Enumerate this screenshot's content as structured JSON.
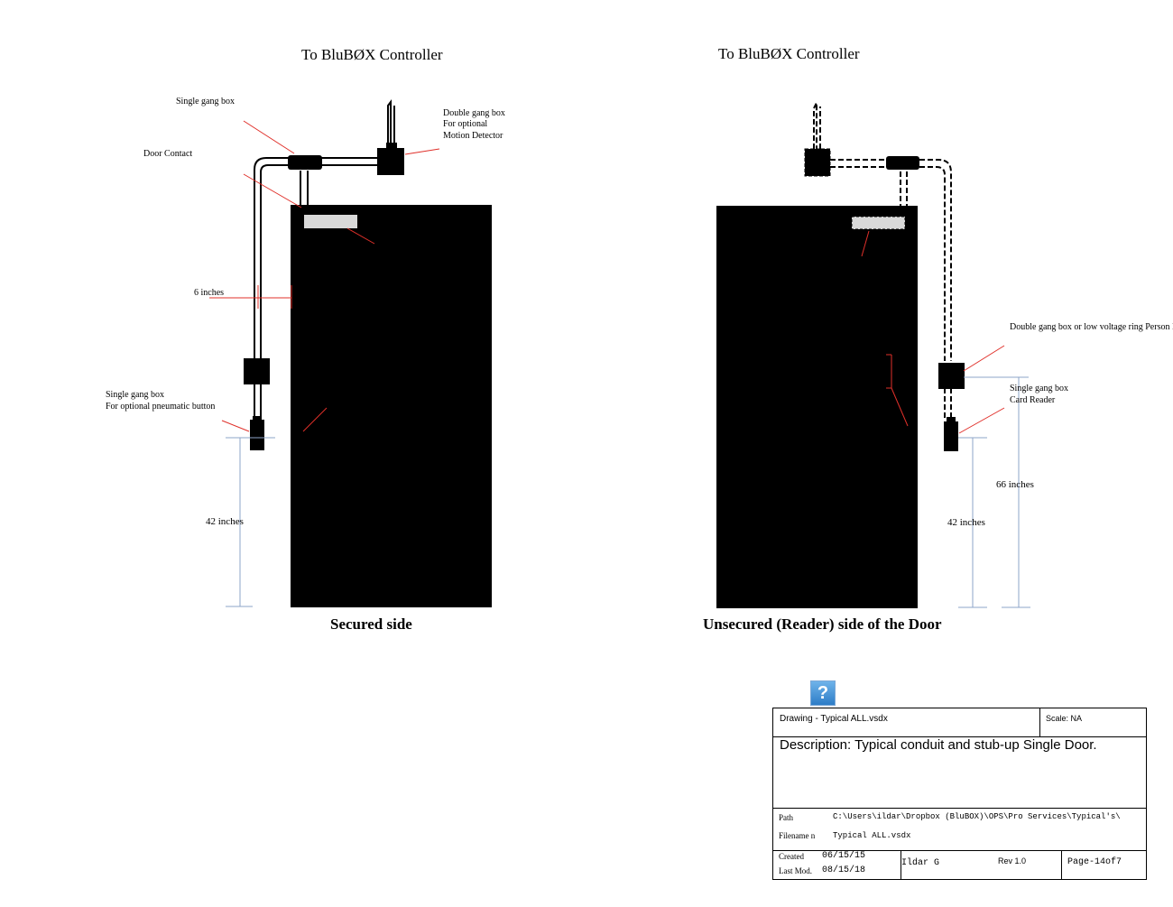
{
  "headings": {
    "left_controller": "To BluBØX Controller",
    "right_controller": "To BluBØX Controller",
    "left_caption": "Secured side",
    "right_caption": "Unsecured (Reader) side of the Door"
  },
  "labels": {
    "single_gang_box": "Single gang box",
    "door_contact": "Door Contact",
    "double_gang_line1": "Double gang box",
    "double_gang_line2": "For optional",
    "double_gang_line3": "Motion Detector",
    "six_inches": "6 inches",
    "pneumatic_line1": "Single gang box",
    "pneumatic_line2": "For optional pneumatic button",
    "left_42": "42 inches",
    "right_double_gang": "Double gang box or low voltage ring Person E",
    "card_reader_line1": "Single gang box",
    "card_reader_line2": "Card Reader",
    "sixty_six": "66 inches",
    "right_42": "42 inches"
  },
  "help_icon": {
    "glyph": "?",
    "icon": "help-icon"
  },
  "title_block": {
    "drawing": "Drawing - Typical ALL.vsdx",
    "scale": "Scale: NA",
    "description": "Description: Typical conduit and stub-up Single Door.",
    "path_label": "Path",
    "path_value": "C:\\Users\\ildar\\Dropbox (BluBOX)\\OPS\\Pro Services\\Typical's\\",
    "filename_label": "Filename n",
    "filename_value": "Typical ALL.vsdx",
    "created_label": "Created",
    "created_value": "06/15/15",
    "lastmod_label": "Last Mod.",
    "lastmod_value": "08/15/18",
    "author": "Ildar G",
    "rev": "Rev 1.0",
    "page": "Page-14of7"
  },
  "colors": {
    "leader": "#e0302a",
    "dimension": "#8ea4c8",
    "door": "#000000",
    "strike_plate": "#d9d9d9"
  }
}
